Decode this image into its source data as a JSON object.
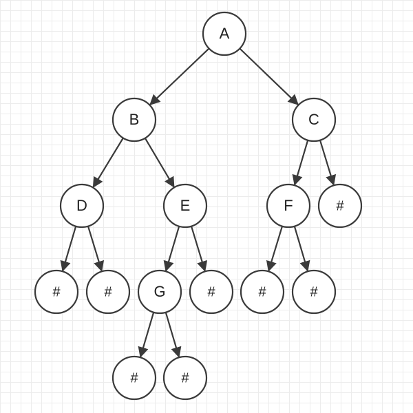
{
  "diagram": {
    "type": "binary-tree",
    "colors": {
      "stroke": "#3a3a3a",
      "node_fill": "#ffffff",
      "text": "#222222",
      "grid": "#ececec"
    },
    "nodes": [
      {
        "id": "A",
        "label": "A"
      },
      {
        "id": "B",
        "label": "B"
      },
      {
        "id": "C",
        "label": "C"
      },
      {
        "id": "D",
        "label": "D"
      },
      {
        "id": "E",
        "label": "E"
      },
      {
        "id": "F",
        "label": "F"
      },
      {
        "id": "C_r",
        "label": "#"
      },
      {
        "id": "D_l",
        "label": "#"
      },
      {
        "id": "D_r",
        "label": "#"
      },
      {
        "id": "G",
        "label": "G"
      },
      {
        "id": "E_r",
        "label": "#"
      },
      {
        "id": "F_l",
        "label": "#"
      },
      {
        "id": "F_r",
        "label": "#"
      },
      {
        "id": "G_l",
        "label": "#"
      },
      {
        "id": "G_r",
        "label": "#"
      }
    ],
    "edges": [
      {
        "from": "A",
        "to": "B"
      },
      {
        "from": "A",
        "to": "C"
      },
      {
        "from": "B",
        "to": "D"
      },
      {
        "from": "B",
        "to": "E"
      },
      {
        "from": "C",
        "to": "F"
      },
      {
        "from": "C",
        "to": "C_r"
      },
      {
        "from": "D",
        "to": "D_l"
      },
      {
        "from": "D",
        "to": "D_r"
      },
      {
        "from": "E",
        "to": "G"
      },
      {
        "from": "E",
        "to": "E_r"
      },
      {
        "from": "F",
        "to": "F_l"
      },
      {
        "from": "F",
        "to": "F_r"
      },
      {
        "from": "G",
        "to": "G_l"
      },
      {
        "from": "G",
        "to": "G_r"
      }
    ]
  }
}
